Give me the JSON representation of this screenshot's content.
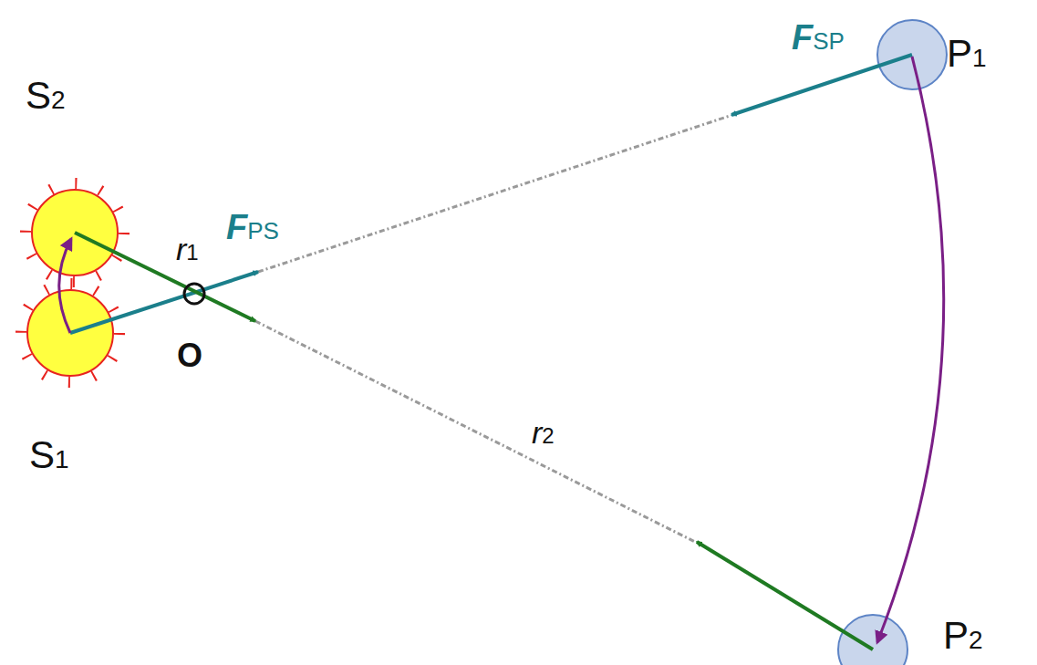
{
  "diagram": {
    "labels": [
      "FSP",
      "P1",
      "S2",
      "FPS",
      "r1",
      "O",
      "r2",
      "S1",
      "P2"
    ]
  }
}
